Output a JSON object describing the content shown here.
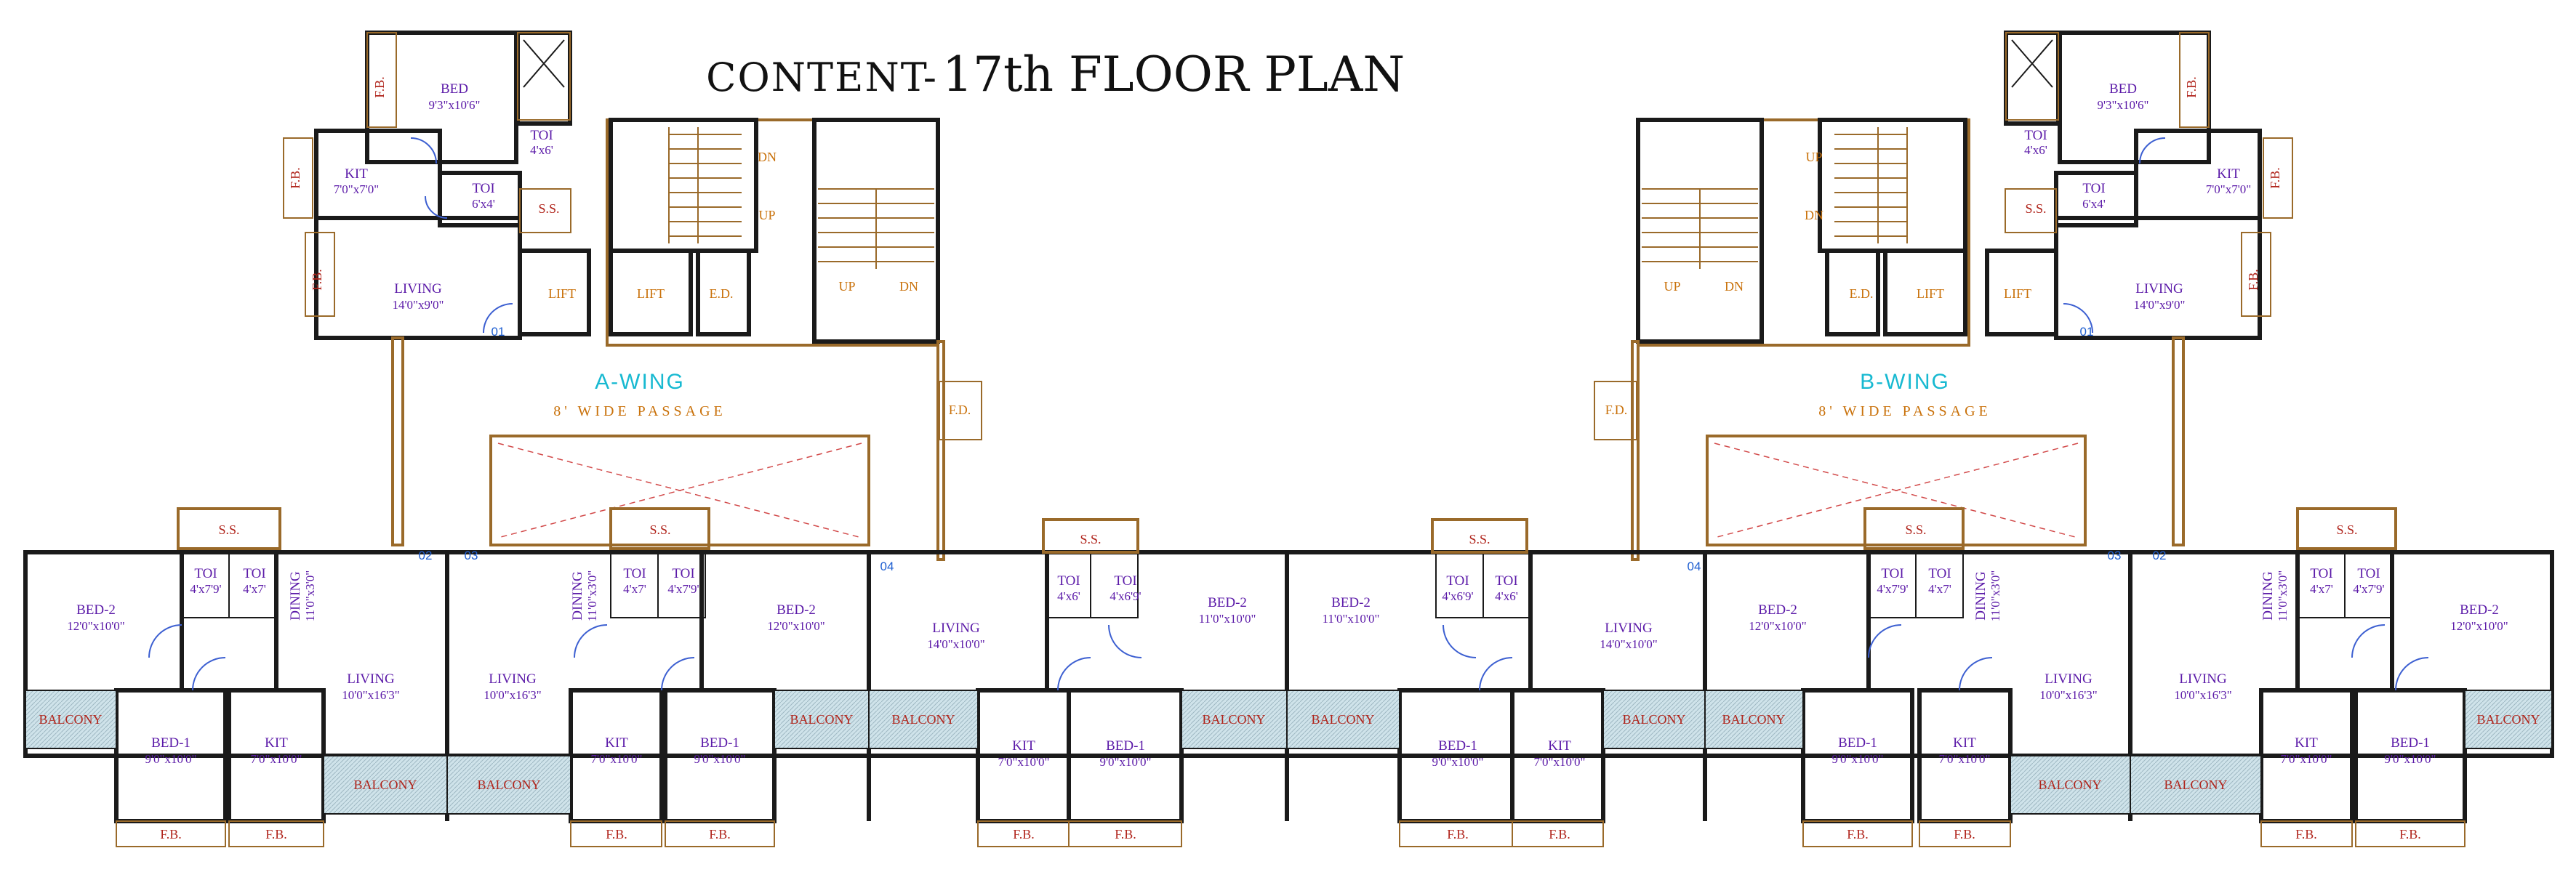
{
  "title": {
    "prefix": "CONTENT-",
    "main": "17th FLOOR PLAN"
  },
  "wings": [
    {
      "name": "A-WING",
      "passage": "8' WIDE PASSAGE"
    },
    {
      "name": "B-WING",
      "passage": "8' WIDE PASSAGE"
    }
  ],
  "labels": {
    "lift": "LIFT",
    "ed": "E.D.",
    "fd": "F.D.",
    "ss": "S.S.",
    "fb": "F.B.",
    "balcony": "BALCONY",
    "up": "UP",
    "dn": "DN"
  },
  "flat_numbers": [
    "01",
    "02",
    "03",
    "04",
    "04",
    "03",
    "02",
    "01"
  ],
  "top_flat": {
    "bed": {
      "name": "BED",
      "size": "9'3\"x10'6\""
    },
    "toi1": {
      "name": "TOI",
      "size": "4'x6'"
    },
    "toi2": {
      "name": "TOI",
      "size": "6'x4'"
    },
    "kit": {
      "name": "KIT",
      "size": "7'0\"x7'0\""
    },
    "living": {
      "name": "LIVING",
      "size": "14'0\"x9'0\""
    }
  },
  "bottom": {
    "bed2_a": {
      "name": "BED-2",
      "size": "12'0\"x10'0\""
    },
    "toi_479": {
      "name": "TOI",
      "size": "4'x7'9'"
    },
    "toi_47": {
      "name": "TOI",
      "size": "4'x7'"
    },
    "dining": {
      "name": "DINING",
      "size": "11'0\"x3'0\""
    },
    "living_a": {
      "name": "LIVING",
      "size": "10'0\"x16'3\""
    },
    "bed1_a": {
      "name": "BED-1",
      "size": "9'0\"x10'0\""
    },
    "kit_a": {
      "name": "KIT",
      "size": "7'0\"x10'0\""
    },
    "living_b": {
      "name": "LIVING",
      "size": "14'0\"x10'0\""
    },
    "toi_46": {
      "name": "TOI",
      "size": "4'x6'"
    },
    "toi_469": {
      "name": "TOI",
      "size": "4'x6'9'"
    },
    "bed2_b": {
      "name": "BED-2",
      "size": "11'0\"x10'0\""
    },
    "kit_b": {
      "name": "KIT",
      "size": "7'0\"x10'0\""
    },
    "bed1_b": {
      "name": "BED-1",
      "size": "9'0\"x10'0\""
    }
  }
}
